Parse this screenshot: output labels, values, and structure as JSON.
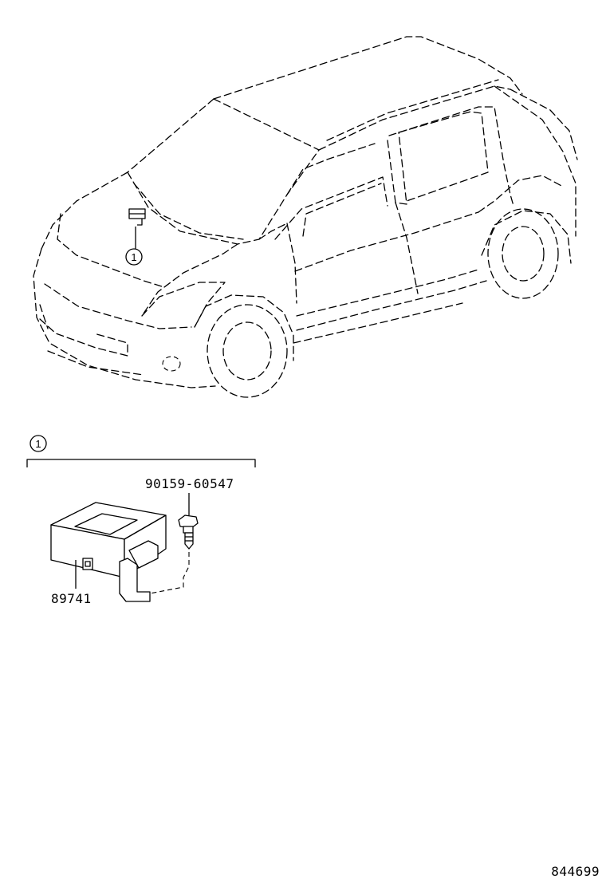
{
  "callouts": [
    {
      "number": "1"
    },
    {
      "number": "1"
    }
  ],
  "parts": {
    "module": {
      "part_number": "89741"
    },
    "bolt": {
      "part_number": "90159-60547"
    }
  },
  "diagram_id": "844699"
}
